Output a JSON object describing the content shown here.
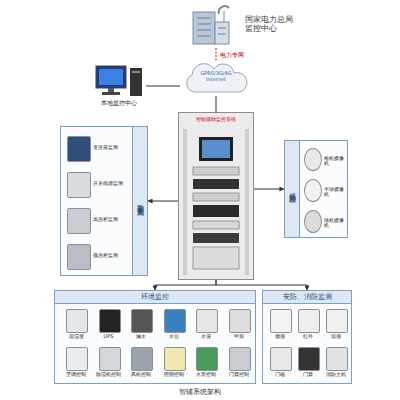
{
  "diagram": {
    "caption": "智辅系统架构",
    "nodes": [
      {
        "text": [
          "国家电力总局 监控中心"
        ]
      },
      {
        "text": [
          "GPRS/3G/4G",
          "Internet"
        ]
      },
      {
        "text": [
          "本地监控中心"
        ]
      },
      {
        "text": [
          "智能辅助监控系统"
        ]
      },
      {
        "text": [
          "动力设备监测"
        ]
      },
      {
        "text": [
          "变压器监测"
        ],
        "in": 4
      },
      {
        "text": [
          "开关电源监测"
        ],
        "in": 4
      },
      {
        "text": [
          "高压柜监测"
        ],
        "in": 4
      },
      {
        "text": [
          "低压柜监测"
        ],
        "in": 4
      },
      {
        "text": [
          "视频监控"
        ]
      },
      {
        "text": [
          "枪机摄像机"
        ],
        "in": 9
      },
      {
        "text": [
          "半球摄像机"
        ],
        "in": 9
      },
      {
        "text": [
          "球机摄像机"
        ],
        "in": 9
      },
      {
        "text": [
          "环境监控"
        ]
      },
      {
        "text": [
          "温湿度"
        ],
        "in": 13
      },
      {
        "text": [
          "UPS"
        ],
        "in": 13
      },
      {
        "text": [
          "漏水"
        ],
        "in": 13
      },
      {
        "text": [
          "水位"
        ],
        "in": 13
      },
      {
        "text": [
          "水浸"
        ],
        "in": 13
      },
      {
        "text": [
          "甲烷"
        ],
        "in": 13
      },
      {
        "text": [
          "空调控制"
        ],
        "in": 13
      },
      {
        "text": [
          "除湿机控制"
        ],
        "in": 13
      },
      {
        "text": [
          "风机控制"
        ],
        "in": 13
      },
      {
        "text": [
          "照明控制"
        ],
        "in": 13
      },
      {
        "text": [
          "水泵控制"
        ],
        "in": 13
      },
      {
        "text": [
          "门禁控制"
        ],
        "in": 13
      },
      {
        "text": [
          "安防、消防监测"
        ]
      },
      {
        "text": [
          "烟感"
        ],
        "in": 26
      },
      {
        "text": [
          "红外"
        ],
        "in": 26
      },
      {
        "text": [
          "温感"
        ],
        "in": 26
      },
      {
        "text": [
          "门磁"
        ],
        "in": 26
      },
      {
        "text": [
          "门禁"
        ],
        "in": 26
      },
      {
        "text": [
          "消防主机"
        ],
        "in": 26
      }
    ],
    "edges": [
      {
        "from": 0,
        "to": 1,
        "arrow": "none",
        "label": "电力专网"
      },
      {
        "from": 1,
        "to": 2,
        "arrow": "none"
      },
      {
        "from": 1,
        "to": 3,
        "arrow": "none"
      },
      {
        "from": 3,
        "to": 4,
        "arrow": "to"
      },
      {
        "from": 3,
        "to": 9,
        "arrow": "to"
      },
      {
        "from": 3,
        "to": 13,
        "arrow": "to"
      },
      {
        "from": 3,
        "to": 26,
        "arrow": "to"
      }
    ]
  }
}
